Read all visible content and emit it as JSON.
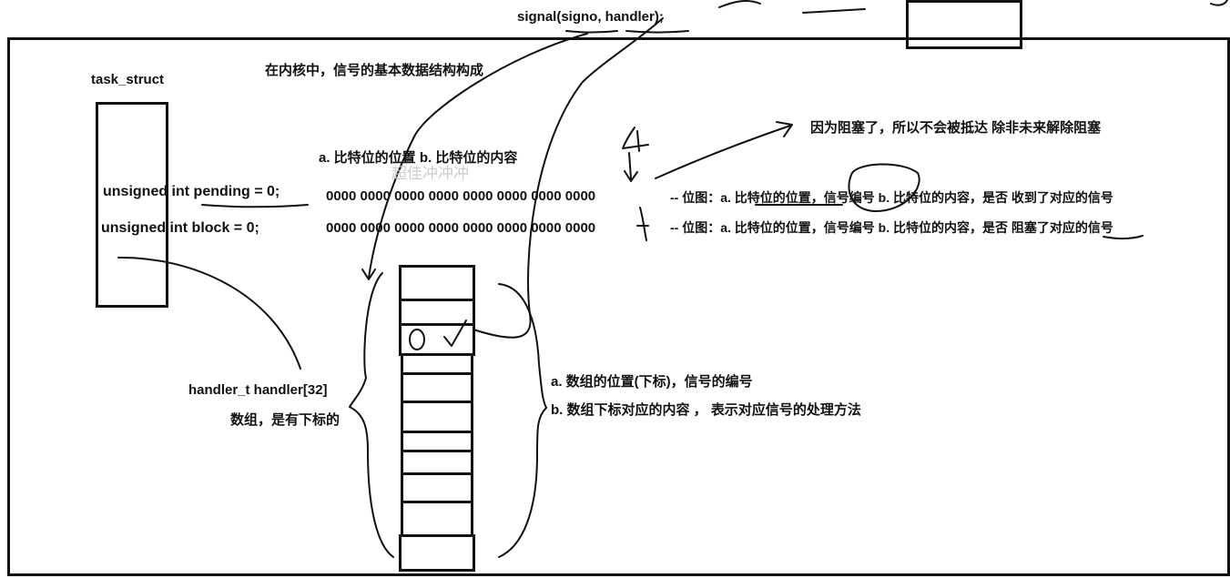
{
  "call": "signal(signo, handler);",
  "heading": "在内核中，信号的基本数据结构构成",
  "task_struct_label": "task_struct",
  "bit_note": "a. 比特位的位置 b. 比特位的内容",
  "blocked_note": "因为阻塞了，所以不会被抵达   除非未来解除阻塞",
  "pending": {
    "decl": "unsigned int pending = 0;",
    "bits": "0000 0000 0000 0000 0000 0000 0000 0000",
    "desc": "-- 位图：a. 比特位的位置，信号编号 b. 比特位的内容，是否  收到了对应的信号"
  },
  "block": {
    "decl": "unsigned int block = 0;",
    "bits": "0000 0000 0000 0000 0000 0000 0000 0000",
    "desc": "-- 位图：a. 比特位的位置，信号编号 b. 比特位的内容，是否  阻塞了对应的信号"
  },
  "handler_decl": "handler_t handler[32]",
  "handler_note": "数组，是有下标的",
  "array_note_a": "a. 数组的位置(下标)，信号的编号",
  "array_note_b": "b. 数组下标对应的内容 ，  表示对应信号的处理方法",
  "watermark": "超佳冲冲冲",
  "handwritten_digit": "4",
  "colors": {
    "ink": "#111111",
    "background": "#ffffff"
  }
}
